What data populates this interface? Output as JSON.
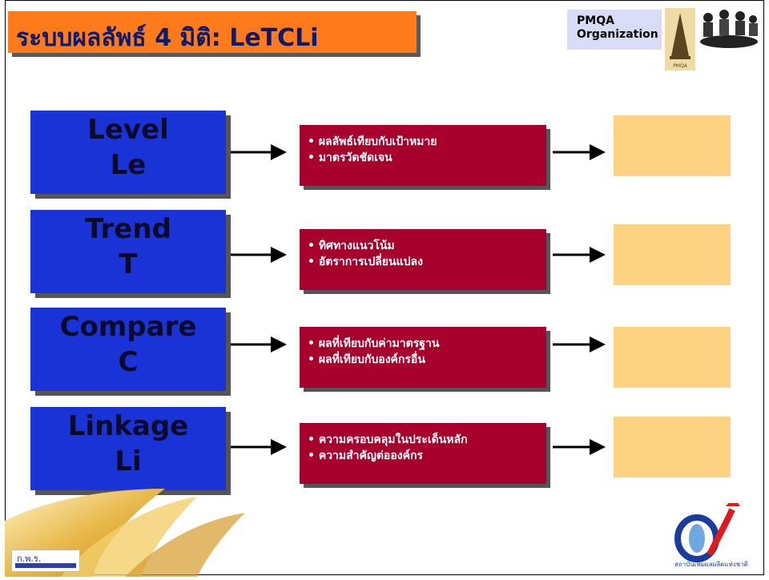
{
  "title": "ระบบผลลัพธ์ 4 มิติ: LeTCLi",
  "org_badge": {
    "line1": "PMQA",
    "line2": "Organization"
  },
  "dimensions": [
    {
      "name": "Level",
      "code": "Le",
      "points": [
        "• ผลลัพธ์เทียบกับเป้าหมาย",
        "• มาตรวัดชัดเจน"
      ]
    },
    {
      "name": "Trend",
      "code": "T",
      "points": [
        "• ทิศทางแนวโน้ม",
        "• อัตราการเปลี่ยนแปลง"
      ]
    },
    {
      "name": "Compare",
      "code": "C",
      "points": [
        "• ผลที่เทียบกับค่ามาตรฐาน",
        "• ผลที่เทียบกับองค์กรอื่น"
      ]
    },
    {
      "name": "Linkage",
      "code": "Li",
      "points": [
        "• ความครอบคลุมในประเด็นหลัก",
        "• ความสำคัญต่อองค์กร"
      ]
    }
  ],
  "footer_left_logo": "ก.พ.ร.",
  "footer_right_logo": "สถาบันเพิ่มผลผลิตแห่งชาติ",
  "colors": {
    "title_bg": "#ff7a1a",
    "dimension_bg": "#1a33d6",
    "description_bg": "#a8002c",
    "result_bg": "#fdd282"
  }
}
